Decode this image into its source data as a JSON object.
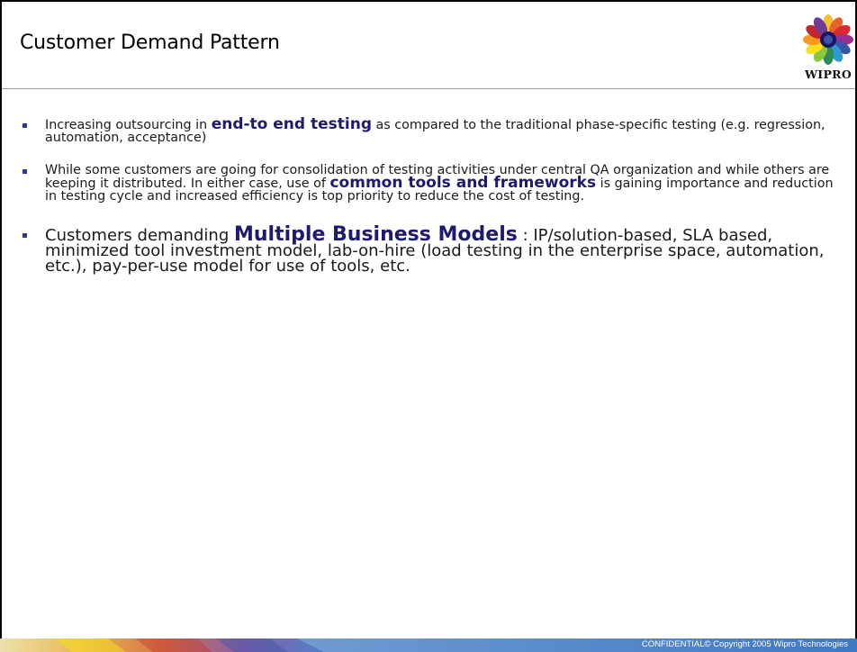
{
  "slide": {
    "title": "Customer Demand Pattern",
    "logo_text": "WIPRO"
  },
  "bullets": [
    {
      "pre": "Increasing outsourcing in ",
      "highlight": "end-to end testing",
      "post": " as compared to the traditional phase-specific testing (e.g. regression, automation, acceptance)"
    },
    {
      "pre": "While some customers are going for consolidation of testing activities under central QA organization and while others are keeping it distributed.  In either case, use of ",
      "highlight": "common tools and frameworks",
      "post": " is gaining importance and reduction in testing cycle and increased efficiency is top priority to reduce the cost of testing."
    },
    {
      "pre": "Customers demanding ",
      "highlight": "Multiple Business Models",
      "post": " : IP/solution-based, SLA based, minimized tool investment model, lab-on-hire (load testing in the enterprise space, automation, etc.), pay-per-use model for use of tools, etc."
    }
  ],
  "footer": {
    "text": "CONFIDENTIAL© Copyright 2005 Wipro Technologies"
  },
  "colors": {
    "highlight": "#1e1a6e",
    "bullet_marker": "#2b3990",
    "footer_band": "#3f79c4"
  }
}
